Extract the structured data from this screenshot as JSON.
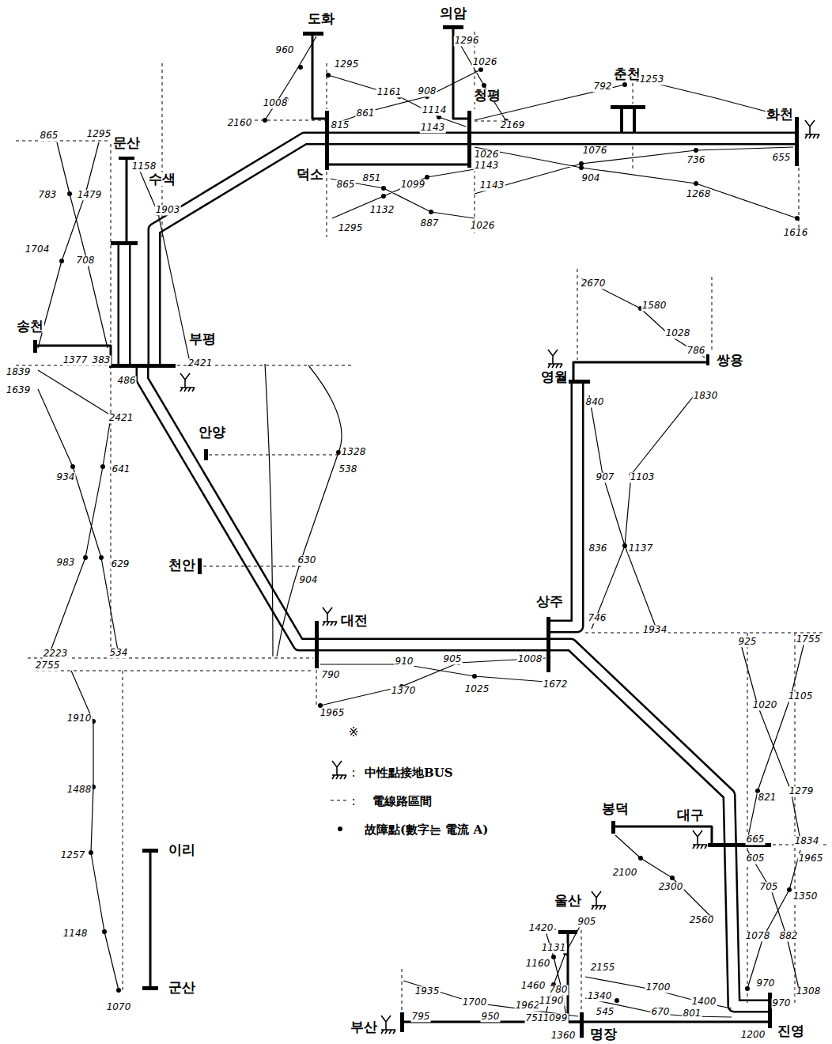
{
  "diagram": {
    "nodes": [
      {
        "text": [
          "도화"
        ]
      },
      {
        "text": [
          "의암"
        ]
      },
      {
        "text": [
          "춘천"
        ]
      },
      {
        "text": [
          "화천"
        ]
      },
      {
        "text": [
          "청평"
        ]
      },
      {
        "text": [
          "덕소"
        ]
      },
      {
        "text": [
          "문산"
        ]
      },
      {
        "text": [
          "수색"
        ]
      },
      {
        "text": [
          "송천"
        ]
      },
      {
        "text": [
          "부평"
        ]
      },
      {
        "text": [
          "안양"
        ]
      },
      {
        "text": [
          "천안"
        ]
      },
      {
        "text": [
          "대전"
        ]
      },
      {
        "text": [
          "상주"
        ]
      },
      {
        "text": [
          "영월"
        ]
      },
      {
        "text": [
          "쌍용"
        ]
      },
      {
        "text": [
          "대구"
        ]
      },
      {
        "text": [
          "봉덕"
        ]
      },
      {
        "text": [
          "이리"
        ]
      },
      {
        "text": [
          "군산"
        ]
      },
      {
        "text": [
          "울산"
        ]
      },
      {
        "text": [
          "부산"
        ]
      },
      {
        "text": [
          "명장"
        ]
      },
      {
        "text": [
          "진영"
        ]
      }
    ],
    "edges": [
      {
        "from": 0,
        "to": 5,
        "arrow": "none"
      },
      {
        "from": 1,
        "to": 4,
        "arrow": "none"
      },
      {
        "from": 5,
        "to": 4,
        "arrow": "none"
      },
      {
        "from": 5,
        "to": 4,
        "arrow": "none"
      },
      {
        "from": 4,
        "to": 3,
        "arrow": "none"
      },
      {
        "from": 6,
        "to": 7,
        "arrow": "none"
      },
      {
        "from": 7,
        "to": 9,
        "arrow": "none"
      },
      {
        "from": 8,
        "to": 9,
        "arrow": "none"
      },
      {
        "from": 9,
        "to": 5,
        "arrow": "none"
      },
      {
        "from": 9,
        "to": 12,
        "arrow": "none"
      },
      {
        "from": 12,
        "to": 13,
        "arrow": "none"
      },
      {
        "from": 13,
        "to": 14,
        "arrow": "none"
      },
      {
        "from": 14,
        "to": 15,
        "arrow": "none"
      },
      {
        "from": 13,
        "to": 23,
        "arrow": "none"
      },
      {
        "from": 17,
        "to": 16,
        "arrow": "none"
      },
      {
        "from": 18,
        "to": 19,
        "arrow": "none"
      },
      {
        "from": 20,
        "to": 22,
        "arrow": "none"
      },
      {
        "from": 21,
        "to": 22,
        "arrow": "none"
      },
      {
        "from": 22,
        "to": 23,
        "arrow": "none"
      }
    ],
    "labels": [
      "960",
      "1008",
      "2160",
      "1295",
      "815",
      "1161",
      "908",
      "861",
      "1114",
      "1143",
      "1296",
      "1026",
      "2169",
      "792",
      "1253",
      "1026",
      "1143",
      "655",
      "1076",
      "736",
      "904",
      "1268",
      "1143",
      "1616",
      "865",
      "851",
      "1099",
      "1132",
      "887",
      "1295",
      "1026",
      "865",
      "1295",
      "1158",
      "1903",
      "783",
      "1479",
      "1704",
      "708",
      "1377",
      "383",
      "1839",
      "486",
      "2421",
      "1639",
      "2421",
      "934",
      "641",
      "983",
      "629",
      "2223",
      "534",
      "1328",
      "538",
      "630",
      "904",
      "2755",
      "1910",
      "1488",
      "1257",
      "1148",
      "1070",
      "790",
      "910",
      "905",
      "1008",
      "1672",
      "1370",
      "1025",
      "1965",
      "2670",
      "1580",
      "1028",
      "786",
      "840",
      "1830",
      "907",
      "1103",
      "836",
      "1137",
      "746",
      "1934",
      "925",
      "1755",
      "1020",
      "1105",
      "821",
      "1279",
      "665",
      "1834",
      "605",
      "1965",
      "705",
      "1350",
      "1078",
      "882",
      "970",
      "1308",
      "970",
      "1200",
      "2100",
      "2300",
      "2560",
      "1420",
      "905",
      "1131",
      "1160",
      "1460",
      "780",
      "1962",
      "1190",
      "751",
      "1099",
      "1340",
      "2155",
      "1700",
      "1400",
      "670",
      "801",
      "545",
      "1360",
      "795",
      "950",
      "1700",
      "1935",
      "※",
      ":",
      ":"
    ],
    "legend": [
      {
        "text": "中性點接地BUS"
      },
      {
        "text": "電線路區間"
      },
      {
        "text": "故障點(數字는 電流 A)"
      }
    ]
  }
}
